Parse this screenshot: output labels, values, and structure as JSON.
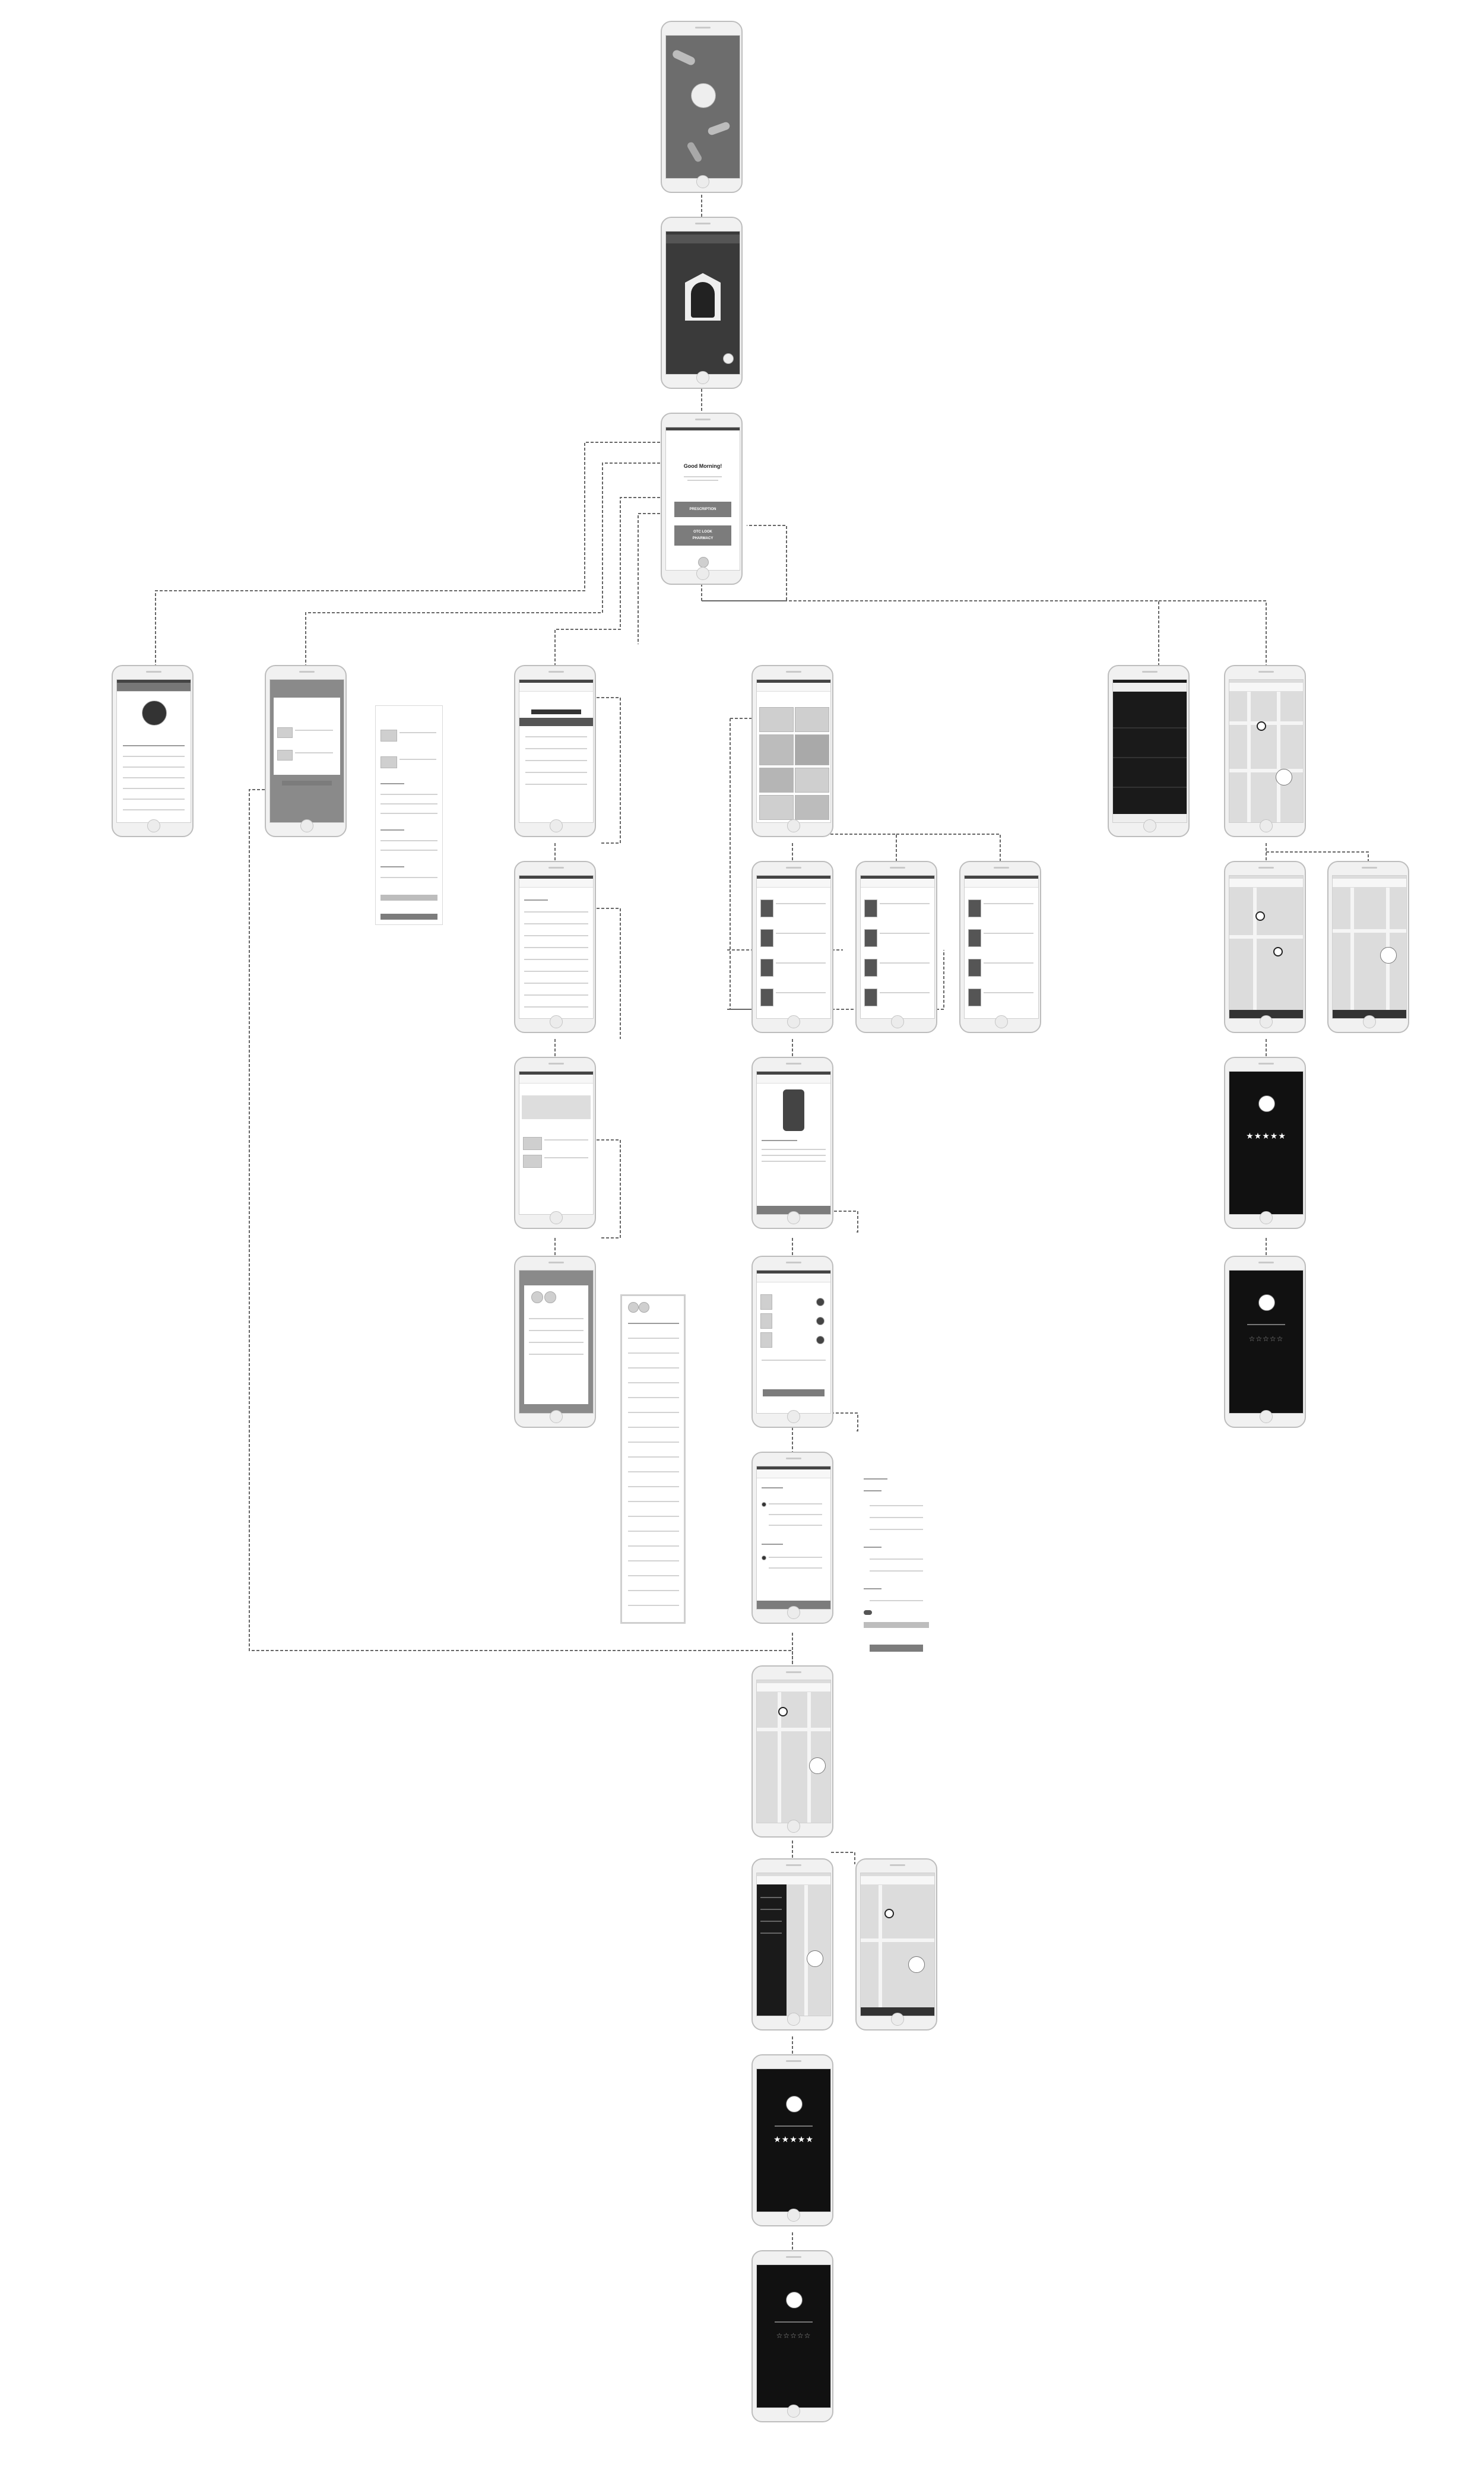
{
  "home": {
    "greeting": "Good Morning!",
    "prescription_button": "PRESCRIPTION",
    "otc_button": "OTC LOOK\nPHARMACY"
  },
  "rating": {
    "stars_filled": "★★★★★",
    "stars_empty": "☆☆☆☆☆"
  },
  "colors": {
    "background": "#ffffff",
    "phone_frame": "#f1f1f1",
    "connector": "#666666",
    "dark_screen": "#111111"
  },
  "icons": {
    "pill": "pill-icon",
    "avatar": "avatar-icon",
    "star": "star-icon",
    "pin": "map-pin-icon"
  }
}
